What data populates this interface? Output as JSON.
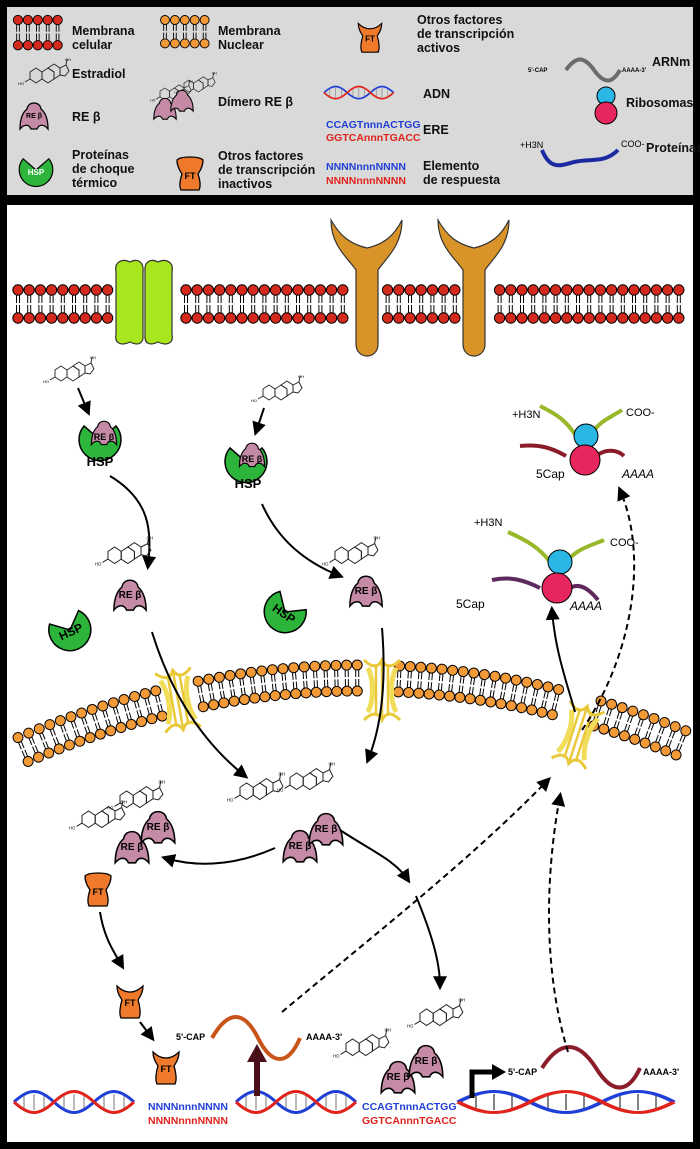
{
  "legend": {
    "membrana_celular": "Membrana\ncelular",
    "membrana_nuclear": "Membrana\nNuclear",
    "ft_activos": "Otros factores\nde transcripción\nactivos",
    "arnm": "ARNm",
    "arnm_5cap": "5'-CAP",
    "arnm_aaaa": "AAAA-3'",
    "estradiol": "Estradiol",
    "re_beta": "RE β",
    "dimero_re_beta": "Dímero RE β",
    "adn": "ADN",
    "ribosomas": "Ribosomas",
    "ere": "ERE",
    "ere_top": "CCAGTnnnACTGG",
    "ere_bottom": "GGTCAnnnTGACC",
    "proteinas": "Proteínas",
    "h3n": "+H3N",
    "coo": "COO-",
    "hsp_label": "Proteínas\nde choque\ntérmico",
    "ft_inactivos": "Otros factores\nde transcripción\ninactivos",
    "elemento_label": "Elemento\nde respuesta",
    "elemento_top": "NNNNnnnNNNN",
    "elemento_bottom": "NNNNnnnNNNN"
  },
  "icons": {
    "hsp": "HSP",
    "ft": "FT",
    "re": "RE β"
  },
  "diagram": {
    "cap_5": "5'-CAP",
    "aaaa_3": "AAAA-3'",
    "ribo_5cap": "5Cap",
    "ribo_aaaa": "AAAA",
    "h3n": "+H3N",
    "coo": "COO-",
    "seq_ere_top": "CCAGTnnnACTGG",
    "seq_ere_bottom": "GGTCAnnnTGACC",
    "seq_el_top": "NNNNnnnNNNN",
    "seq_el_bottom": "NNNNnnnNNNN"
  },
  "colors": {
    "membrane_cell": "#d42a1e",
    "membrane_nuclear": "#f29a38",
    "channel": "#a8e61d",
    "receptor": "#d89428",
    "re_beta": "#c48aa6",
    "hsp": "#2cb53a",
    "ft": "#f07a2c",
    "ribo_small": "#2ab7e6",
    "ribo_large": "#e8265e",
    "seq_blue": "#1f3fd6",
    "seq_red": "#e0231b",
    "pore": "#f2dd5a"
  }
}
